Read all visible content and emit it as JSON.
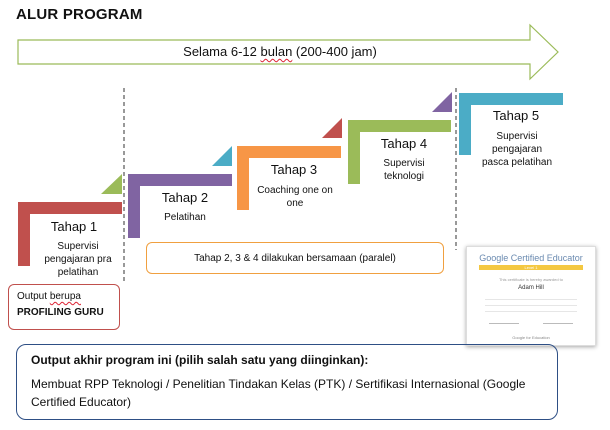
{
  "title": "ALUR PROGRAM",
  "duration_arrow": {
    "text_prefix": "Selama 6-12 ",
    "text_word": "bulan",
    "text_suffix": " (200-400 jam)"
  },
  "steps": [
    {
      "title": "Tahap 1",
      "desc_lines": [
        "Supervisi",
        "pengajaran pra",
        "pelatihan"
      ],
      "color": "#c0504d",
      "accent": "#9bbb59"
    },
    {
      "title": "Tahap 2",
      "desc_lines": [
        "Pelatihan"
      ],
      "color": "#8064a2",
      "accent": "#4bacc6"
    },
    {
      "title": "Tahap 3",
      "desc_lines": [
        "Coaching one on",
        "one"
      ],
      "color": "#f79646",
      "accent": "#c0504d"
    },
    {
      "title": "Tahap 4",
      "desc_lines": [
        "Supervisi",
        "teknologi"
      ],
      "color": "#9bbb59",
      "accent": "#8064a2"
    },
    {
      "title": "Tahap 5",
      "desc_lines": [
        "Supervisi",
        "pengajaran",
        "pasca pelatihan"
      ],
      "color": "#4bacc6",
      "accent": ""
    }
  ],
  "output_box": {
    "line1_prefix": "Output ",
    "line1_word": "berupa",
    "line2": "PROFILING GURU"
  },
  "parallel_note": "Tahap 2, 3 & 4 dilakukan bersamaan (paralel)",
  "certificate": {
    "title": "Google Certified Educator",
    "level": "Level 1",
    "subtitle": "This certificate is hereby awarded to",
    "name": "Adam Hill",
    "footer": "Google for Education"
  },
  "final_output": {
    "heading": "Output akhir program ini (pilih salah satu yang diinginkan):",
    "body": "Membuat RPP Teknologi / Penelitian Tindakan Kelas (PTK) / Sertifikasi Internasional (Google Certified Educator)"
  }
}
